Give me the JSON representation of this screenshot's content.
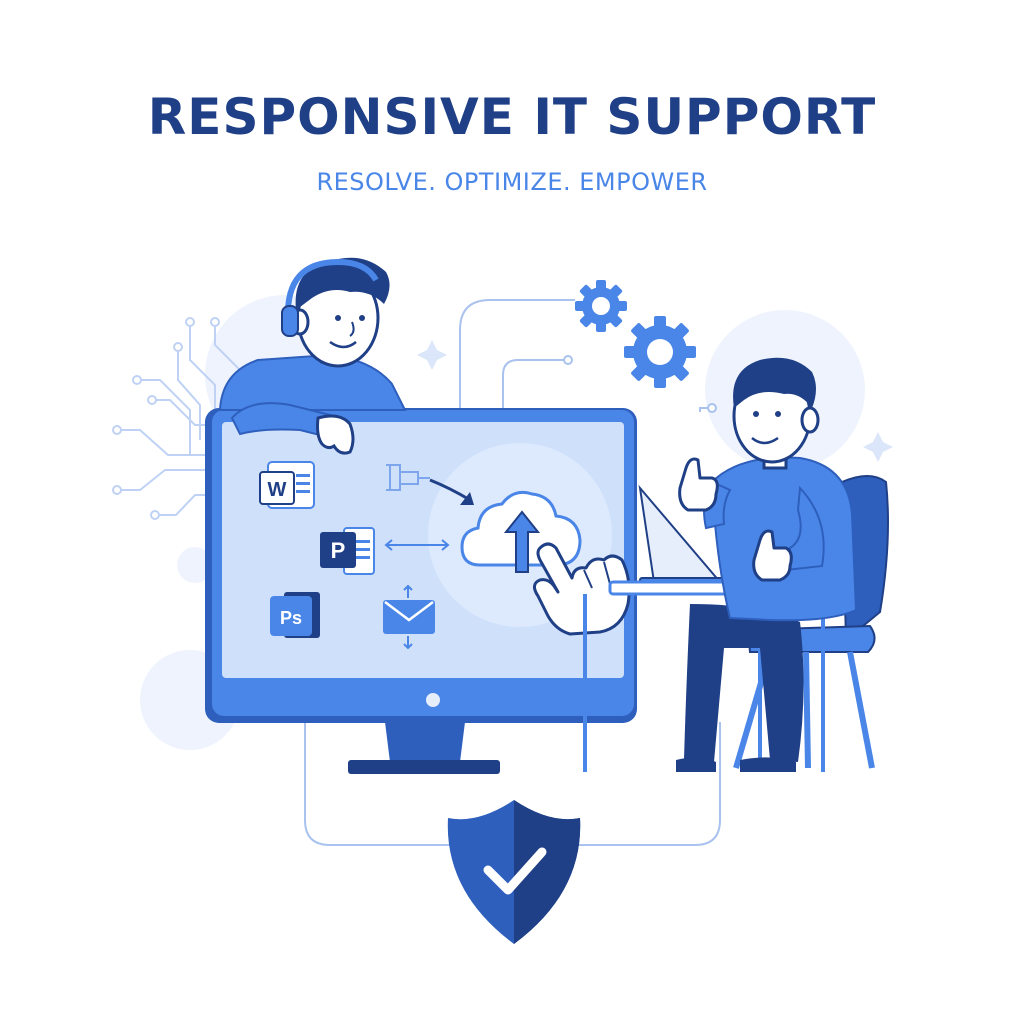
{
  "header": {
    "title": "RESPONSIVE IT SUPPORT",
    "subtitle": "RESOLVE. OPTIMIZE. EMPOWER"
  },
  "apps": {
    "word_letter": "W",
    "powerpoint_letter": "P",
    "photoshop_letter": "Ps"
  },
  "icons": [
    "headset-icon",
    "word-icon",
    "powerpoint-icon",
    "photoshop-icon",
    "email-icon",
    "cloud-upload-icon",
    "pointer-hand-icon",
    "gear-icon",
    "shield-check-icon",
    "circuit-lines"
  ],
  "colors": {
    "primary": "#4a86e8",
    "navy": "#1f3f86",
    "screen": "#cfe0fb",
    "light": "#e6eefc",
    "skin": "#ffffff"
  }
}
